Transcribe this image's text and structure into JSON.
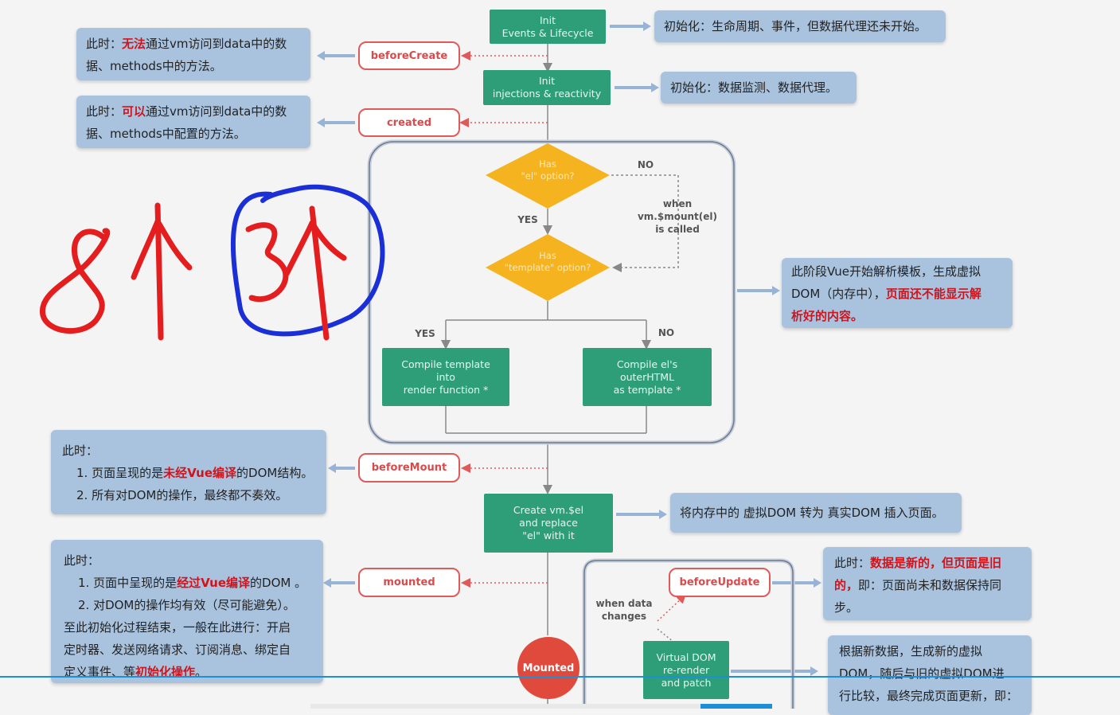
{
  "lifecycle": {
    "init_events": [
      "Init",
      "Events & Lifecycle"
    ],
    "init_injections": [
      "Init",
      "injections & reactivity"
    ],
    "has_el": [
      "Has",
      "\"el\" option?"
    ],
    "has_template": [
      "Has",
      "\"template\" option?"
    ],
    "no_top": "NO",
    "yes_mid": "YES",
    "when_mount": [
      "when",
      "vm.$mount(el)",
      "is called"
    ],
    "yes_left": "YES",
    "no_right": "NO",
    "compile_template": [
      "Compile template",
      "into",
      "render function *"
    ],
    "compile_el": [
      "Compile el's",
      "outerHTML",
      "as template *"
    ],
    "create_vm": [
      "Create vm.$el",
      "and replace",
      "\"el\" with it"
    ],
    "when_data_changes": [
      "when data",
      "changes"
    ],
    "virtual_dom": [
      "Virtual DOM",
      "re-render",
      "and patch"
    ],
    "mounted_circle": "Mounted"
  },
  "hooks": {
    "before_create": "beforeCreate",
    "created": "created",
    "before_mount": "beforeMount",
    "mounted": "mounted",
    "before_update": "beforeUpdate"
  },
  "notes": {
    "before_create": [
      "此时：",
      "无法",
      "通过vm访问到data中的数",
      "据、methods中的方法。"
    ],
    "created": [
      "此时：",
      "可以",
      "通过vm访问到data中的数",
      "据、methods中配置的方法。"
    ],
    "init_events": "初始化：生命周期、事件，但数据代理还未开始。",
    "init_injections": "初始化：数据监测、数据代理。",
    "template_stage": [
      "此阶段Vue开始解析模板，生成虚拟",
      "DOM（内存中），",
      "页面还不能显示解",
      "析好的内容。"
    ],
    "before_mount": [
      "此时：",
      "1. 页面呈现的是",
      "未经Vue编译",
      "的DOM结构。",
      "2. 所有对DOM的操作，最终都不奏效。"
    ],
    "create_vm": "将内存中的 虚拟DOM 转为 真实DOM 插入页面。",
    "mounted": [
      "此时：",
      "1. 页面中呈现的是",
      "经过Vue编译",
      "的DOM 。",
      "2. 对DOM的操作均有效（尽可能避免）。",
      "至此初始化过程结束，一般在此进行：开启",
      "定时器、发送网络请求、订阅消息、绑定自",
      "定义事件、等",
      "初始化操作",
      "。"
    ],
    "before_update": [
      "此时：",
      "数据是新的，但页面是旧",
      "的，",
      "即：页面尚未和数据保持同",
      "步。"
    ],
    "virtual_dom": [
      "根据新数据，生成新的虚拟",
      "DOM，随后与旧的虚拟DOM进",
      "行比较，最终完成页面更新，即："
    ]
  },
  "handwriting": {
    "text": "8个 3个",
    "colors": {
      "red": "#e41e1e",
      "blue": "#1a2fd6"
    }
  },
  "colors": {
    "green": "#2e9e78",
    "diamond": "#f6b320",
    "note_bg": "#a9c3df",
    "hook_border": "#e05a5a",
    "mounted_fill": "#e04a3c"
  }
}
